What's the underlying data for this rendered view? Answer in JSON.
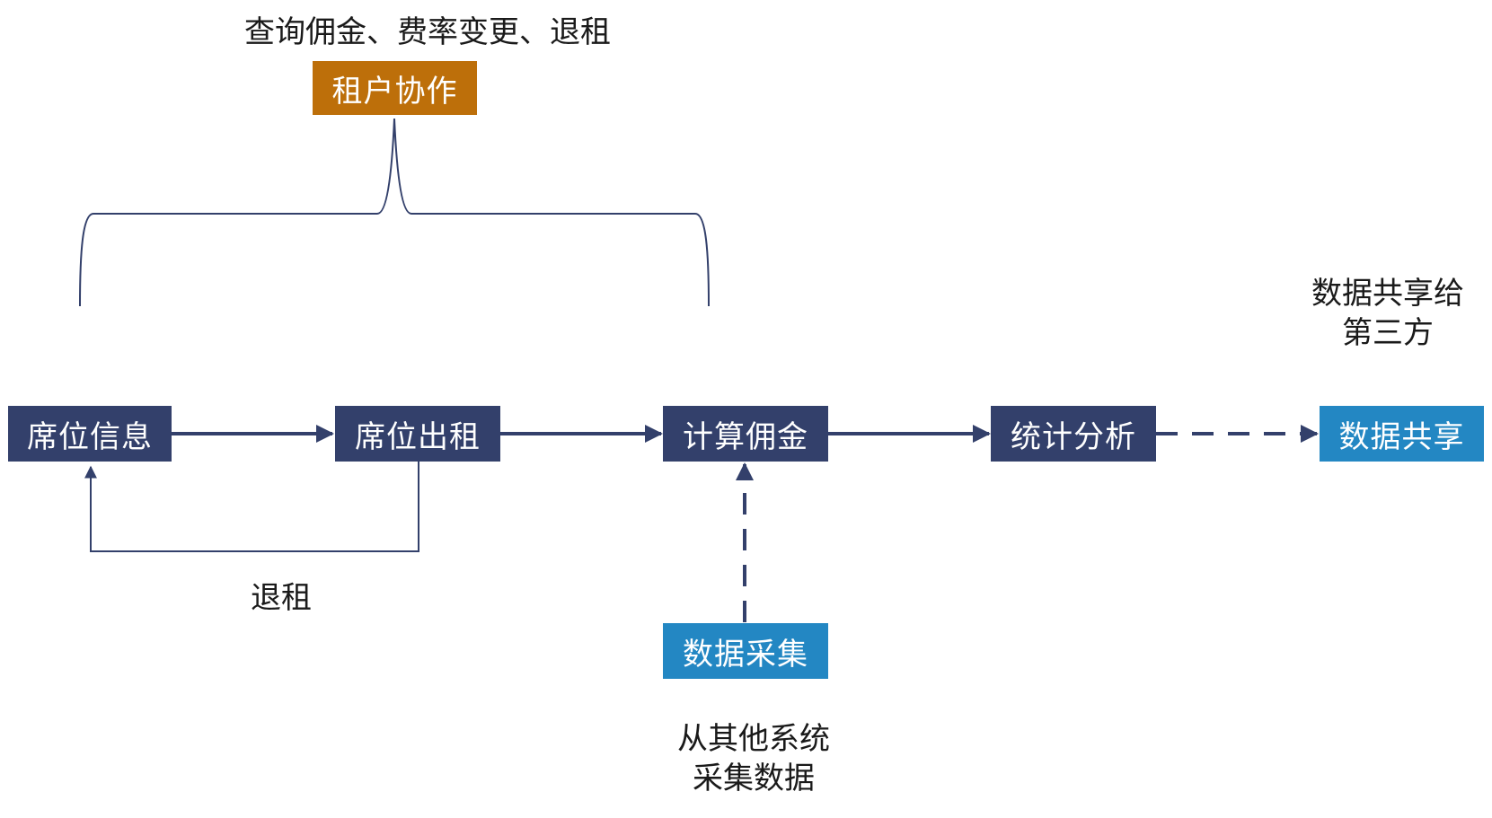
{
  "colors": {
    "process_node": "#33406b",
    "data_node": "#2387c3",
    "collab_node": "#bd6f0a",
    "connector": "#33406b",
    "text": "#1a1a1a"
  },
  "top_annotation": "查询佣金、费率变更、退租",
  "nodes": {
    "tenant_collab": "租户协作",
    "seat_info": "席位信息",
    "seat_rental": "席位出租",
    "calc_commission": "计算佣金",
    "statistics": "统计分析",
    "data_share": "数据共享",
    "data_collect": "数据采集"
  },
  "labels": {
    "return_loop": "退租",
    "share_line1": "数据共享给",
    "share_line2": "第三方",
    "collect_line1": "从其他系统",
    "collect_line2": "采集数据"
  }
}
